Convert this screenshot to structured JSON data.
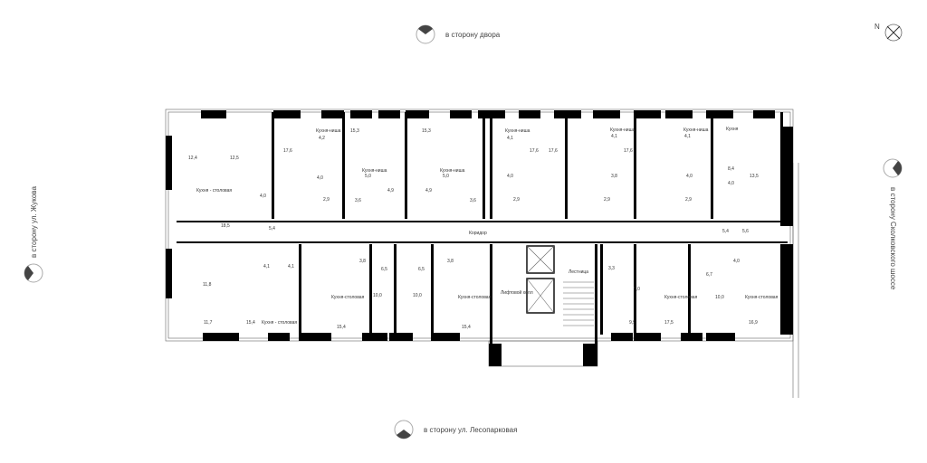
{
  "orientation": {
    "north_label": "N",
    "top": "в сторону двора",
    "bottom": "в сторону ул. Лесопарковая",
    "left": "в сторону ул. Жукова",
    "right": "в сторону Сколковского шоссе"
  },
  "corridor_label": "Коридор",
  "lift_hall_label": "Лифтовой холл",
  "stair_label": "Лестница",
  "rooms": [
    {
      "label": "12,4"
    },
    {
      "label": "12,5"
    },
    {
      "label": "Кухня - столовая"
    },
    {
      "label": "18,5"
    },
    {
      "label": "4,0"
    },
    {
      "label": "5,4"
    },
    {
      "label": "17,6"
    },
    {
      "label": "Кухня-ниша"
    },
    {
      "label": "4,2"
    },
    {
      "label": "4,0"
    },
    {
      "label": "2,9"
    },
    {
      "label": "15,3"
    },
    {
      "label": "Кухня-ниша"
    },
    {
      "label": "5,0"
    },
    {
      "label": "4,9"
    },
    {
      "label": "3,6"
    },
    {
      "label": "15,3"
    },
    {
      "label": "Кухня-ниша"
    },
    {
      "label": "5,0"
    },
    {
      "label": "4,9"
    },
    {
      "label": "3,6"
    },
    {
      "label": "Кухня-ниша"
    },
    {
      "label": "4,1"
    },
    {
      "label": "4,0"
    },
    {
      "label": "2,9"
    },
    {
      "label": "17,6"
    },
    {
      "label": "17,6"
    },
    {
      "label": "Кухня-ниша"
    },
    {
      "label": "4,1"
    },
    {
      "label": "3,8"
    },
    {
      "label": "2,9"
    },
    {
      "label": "17,6"
    },
    {
      "label": "Кухня-ниша"
    },
    {
      "label": "4,1"
    },
    {
      "label": "4,0"
    },
    {
      "label": "2,9"
    },
    {
      "label": "Кухня"
    },
    {
      "label": "8,4"
    },
    {
      "label": "4,0"
    },
    {
      "label": "13,5"
    },
    {
      "label": "5,4"
    },
    {
      "label": "5,6"
    },
    {
      "label": "11,8"
    },
    {
      "label": "4,1"
    },
    {
      "label": "4,1"
    },
    {
      "label": "11,7"
    },
    {
      "label": "15,4"
    },
    {
      "label": "Кухня - столовая"
    },
    {
      "label": "3,8"
    },
    {
      "label": "Кухня-столовая"
    },
    {
      "label": "15,4"
    },
    {
      "label": "6,5"
    },
    {
      "label": "10,0"
    },
    {
      "label": "6,5"
    },
    {
      "label": "10,0"
    },
    {
      "label": "3,8"
    },
    {
      "label": "Кухня-столовая"
    },
    {
      "label": "15,4"
    },
    {
      "label": "3,3"
    },
    {
      "label": "5,0"
    },
    {
      "label": "9,9"
    },
    {
      "label": "Кухня-столовая"
    },
    {
      "label": "17,5"
    },
    {
      "label": "6,7"
    },
    {
      "label": "10,0"
    },
    {
      "label": "4,0"
    },
    {
      "label": "Кухня-столовая"
    },
    {
      "label": "16,9"
    }
  ]
}
